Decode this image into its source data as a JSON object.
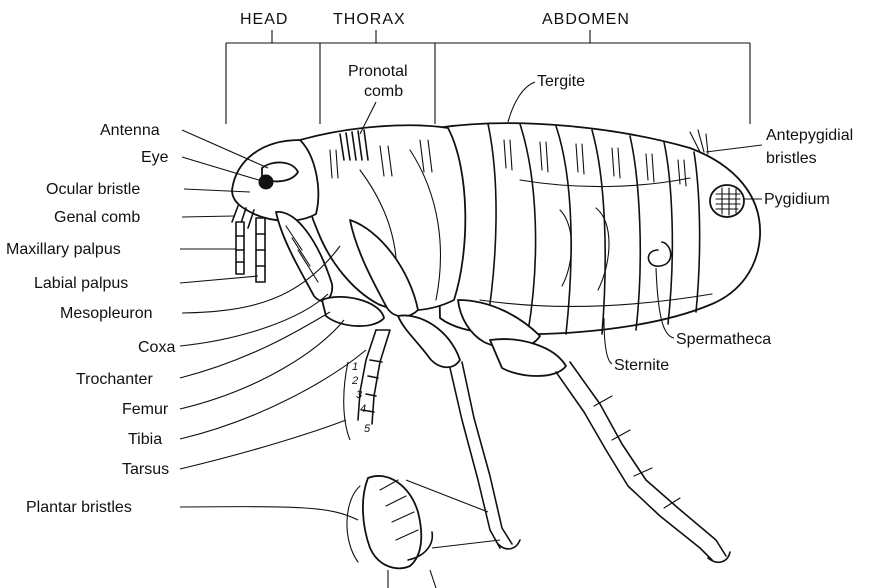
{
  "regions": {
    "head": "HEAD",
    "thorax": "THORAX",
    "abdomen": "ABDOMEN"
  },
  "labels": {
    "pronotal_comb_1": "Pronotal",
    "pronotal_comb_2": "comb",
    "tergite": "Tergite",
    "antepygidial_1": "Antepygidial",
    "antepygidial_2": "bristles",
    "pygidium": "Pygidium",
    "spermatheca": "Spermatheca",
    "sternite": "Sternite",
    "antenna": "Antenna",
    "eye": "Eye",
    "ocular_bristle": "Ocular bristle",
    "genal_comb": "Genal comb",
    "maxillary_palpus": "Maxillary palpus",
    "labial_palpus": "Labial palpus",
    "mesopleuron": "Mesopleuron",
    "coxa": "Coxa",
    "trochanter": "Trochanter",
    "femur": "Femur",
    "tibia": "Tibia",
    "tarsus": "Tarsus",
    "plantar_bristles": "Plantar bristles"
  },
  "tarsal_segments": [
    "1",
    "2",
    "3",
    "4",
    "5"
  ]
}
